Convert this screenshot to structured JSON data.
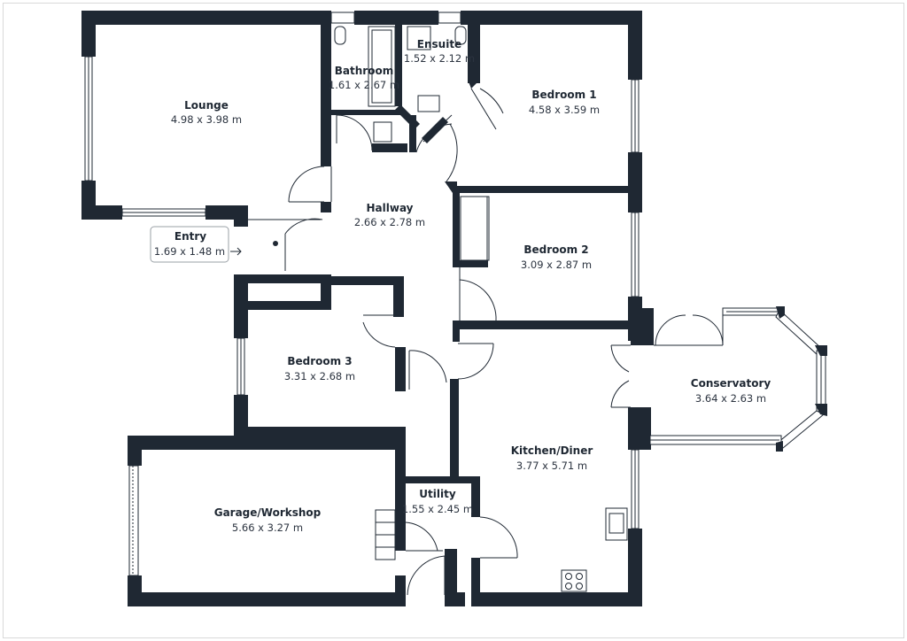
{
  "rooms": {
    "lounge": {
      "name": "Lounge",
      "dims": "4.98 x 3.98 m"
    },
    "bathroom": {
      "name": "Bathroom",
      "dims": "1.61 x 2.67 m"
    },
    "ensuite": {
      "name": "Ensuite",
      "dims": "1.52 x 2.12 m"
    },
    "bedroom1": {
      "name": "Bedroom 1",
      "dims": "4.58 x 3.59 m"
    },
    "hallway": {
      "name": "Hallway",
      "dims": "2.66 x 2.78 m"
    },
    "entry": {
      "name": "Entry",
      "dims": "1.69 x 1.48 m"
    },
    "bedroom2": {
      "name": "Bedroom 2",
      "dims": "3.09 x 2.87 m"
    },
    "bedroom3": {
      "name": "Bedroom 3",
      "dims": "3.31 x 2.68 m"
    },
    "conservatory": {
      "name": "Conservatory",
      "dims": "3.64 x 2.63 m"
    },
    "kitchen": {
      "name": "Kitchen/Diner",
      "dims": "3.77 x 5.71 m"
    },
    "utility": {
      "name": "Utility",
      "dims": "1.55 x 2.45 m"
    },
    "garage": {
      "name": "Garage/Workshop",
      "dims": "5.66 x 3.27 m"
    }
  },
  "colors": {
    "wall": "#1f2833",
    "background": "#ffffff",
    "frame": "#d9d9d9"
  }
}
